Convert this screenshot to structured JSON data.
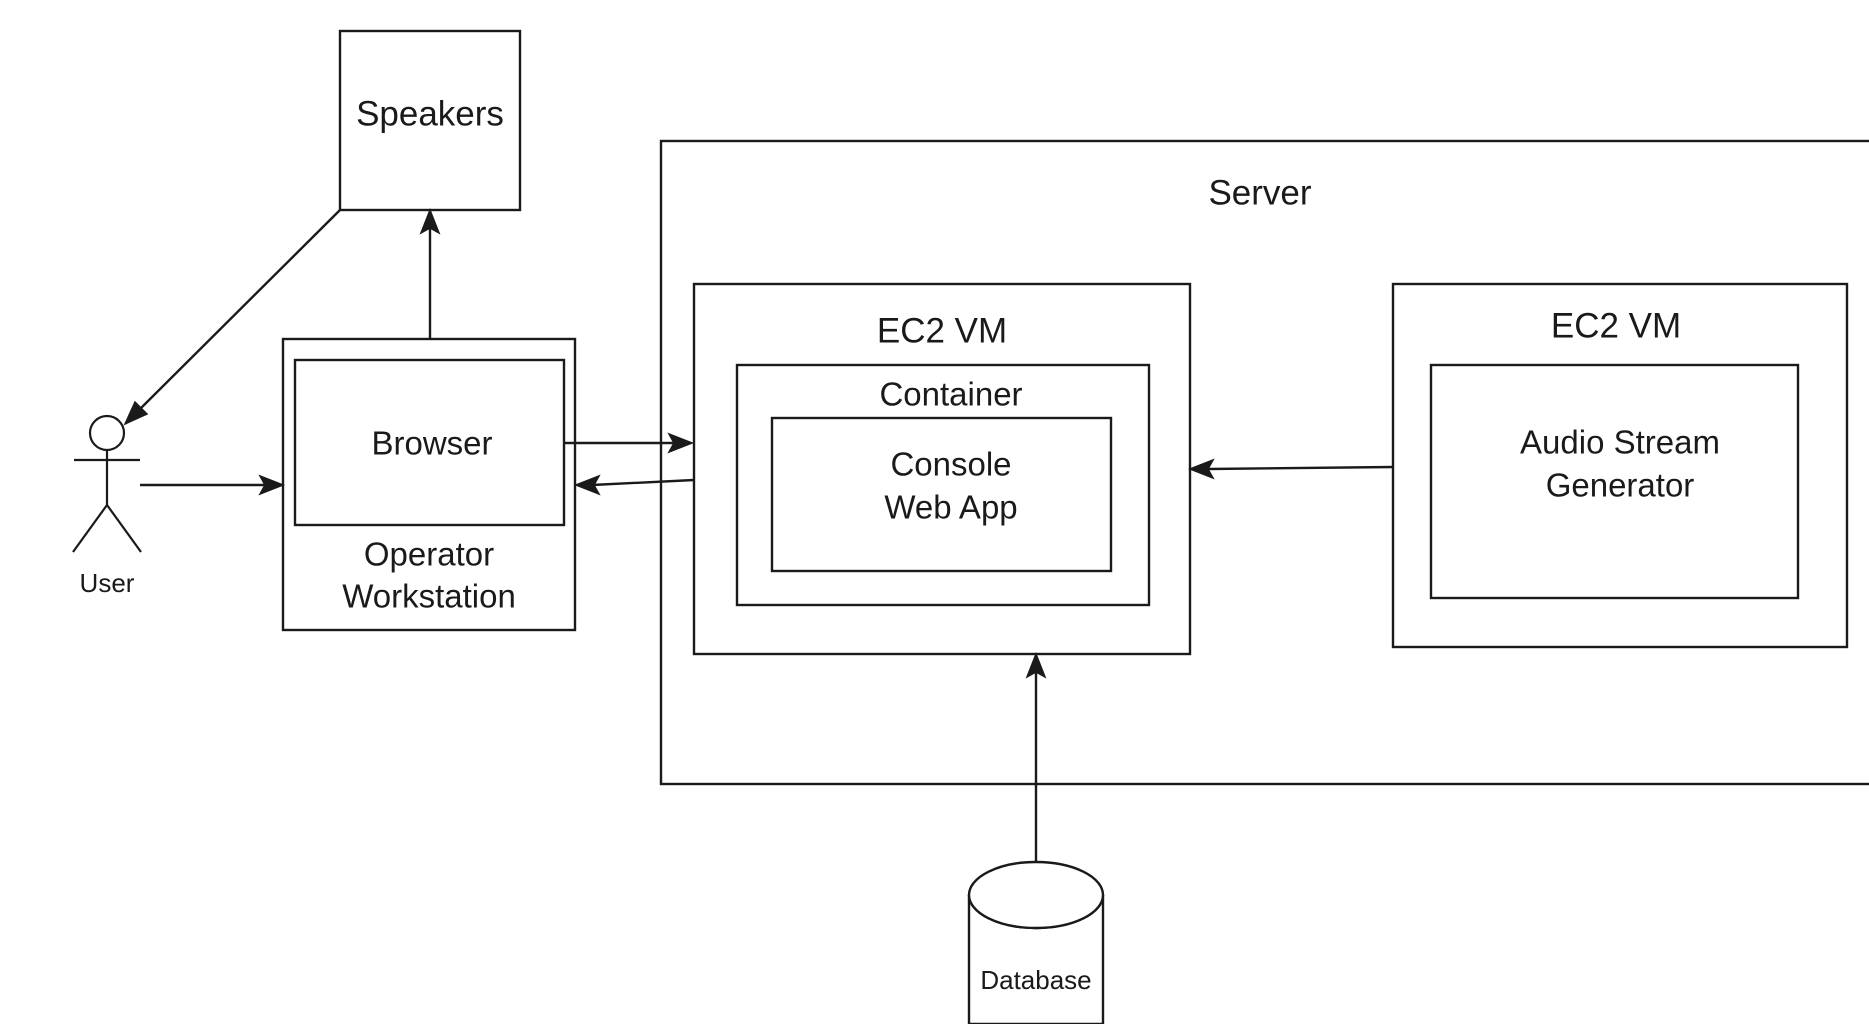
{
  "nodes": {
    "speakers": "Speakers",
    "server": "Server",
    "ec2_left": "EC2 VM",
    "container": "Container",
    "console_line1": "Console",
    "console_line2": "Web App",
    "ec2_right": "EC2 VM",
    "audio_line1": "Audio Stream",
    "audio_line2": "Generator",
    "browser": "Browser",
    "workstation_line1": "Operator",
    "workstation_line2": "Workstation",
    "user": "User",
    "database": "Database"
  },
  "colors": {
    "stroke": "#1a1a1a",
    "background": "#ffffff"
  }
}
